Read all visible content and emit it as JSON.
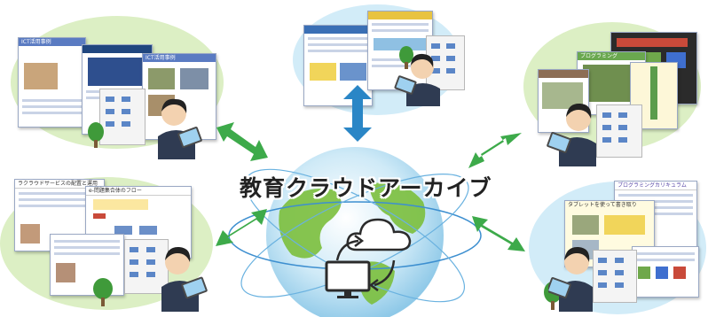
{
  "title": "教育クラウドアーカイブ",
  "doc_labels": {
    "top_left_a": "ICT活用事例",
    "top_left_b": "ICT活用事例",
    "bottom_left_a": "ラクラウドサービスの配置と運用",
    "bottom_left_b": "e-問題集合体のフロー",
    "top_right_a": "プログラミング",
    "bottom_right_a": "プログラミングカリキュラム",
    "bottom_right_b": "タブレットを使って書き取り"
  },
  "colors": {
    "arrow_green": "#3daa4a",
    "arrow_blue": "#2a86c6",
    "globe_land": "#7bbf3c",
    "globe_sea": "#bfe4f6",
    "ellipse_green": "#dcefc4",
    "ellipse_blue": "#d2ecf8"
  },
  "icons": [
    "cloud-icon",
    "monitor-icon",
    "sync-arrows-icon",
    "tablet-icon",
    "teacher-icon"
  ]
}
